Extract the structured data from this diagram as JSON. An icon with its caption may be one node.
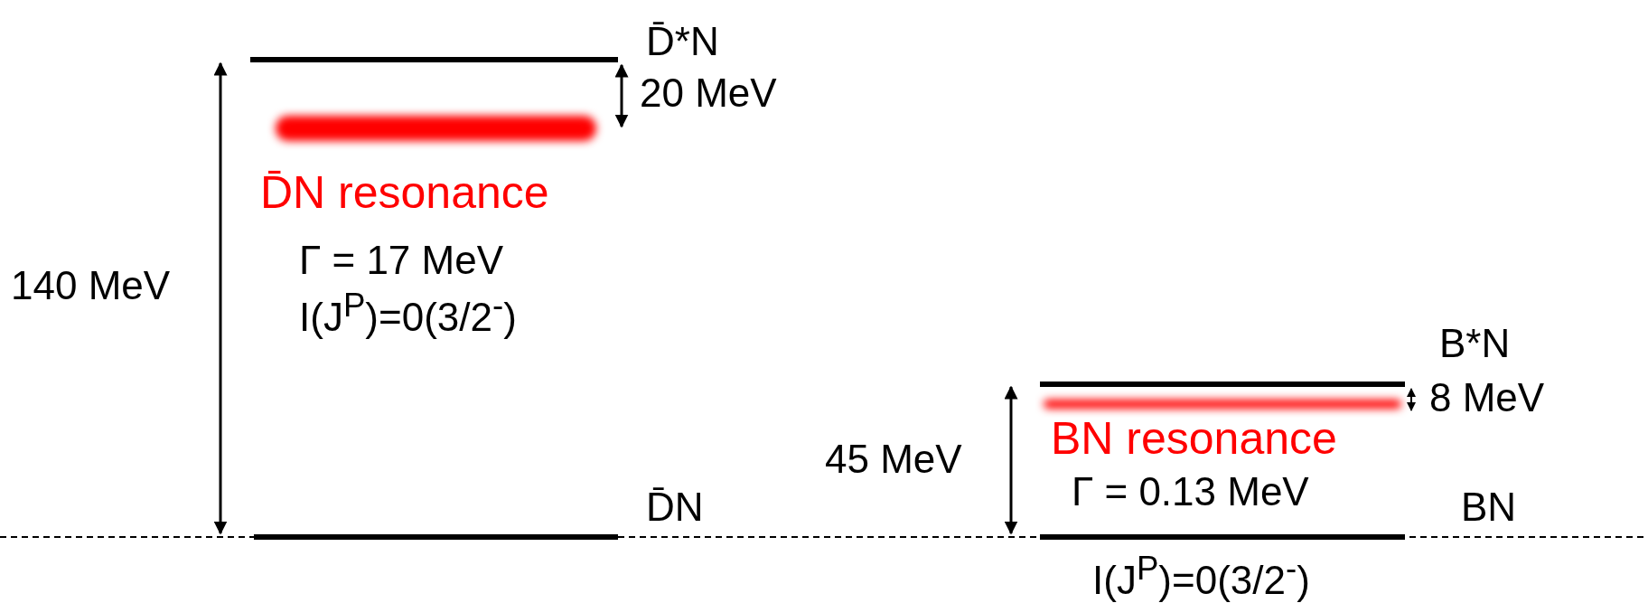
{
  "diagram": {
    "labels": [
      "D̄*N",
      "20 MeV",
      "D̄N resonance",
      "Γ = 17 MeV",
      "I(J$^{P}$)=0(3/2$^{-}$)",
      "140 MeV",
      "D̄N",
      "B*N",
      "8 MeV",
      "BN resonance",
      "45 MeV",
      "Γ = 0.13 MeV",
      "BN",
      "I(J$^{P}$)=0(3/2$^{-}$)"
    ]
  }
}
